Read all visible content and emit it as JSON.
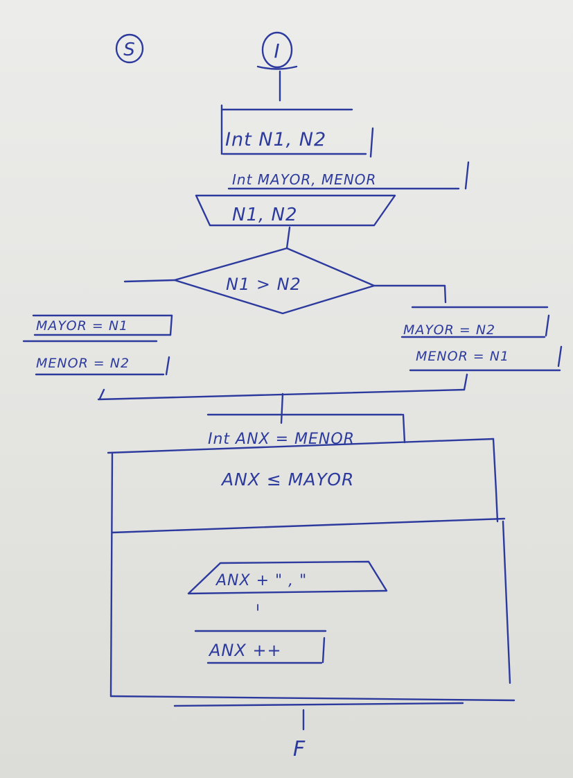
{
  "connectors": {
    "start": "S",
    "top": "I",
    "end": "F"
  },
  "declarations": {
    "line1": "Int N1, N2",
    "line2": "Int MAYOR, MENOR"
  },
  "input": {
    "text": "N1, N2"
  },
  "decision": {
    "text": "N1 > N2"
  },
  "branch_yes": {
    "assign1": "MAYOR = N1",
    "assign2": "MENOR = N2"
  },
  "branch_no": {
    "assign1": "MAYOR = N2",
    "assign2": "MENOR = N1"
  },
  "loop": {
    "init": "Int ANX = MENOR",
    "condition": "ANX ≤ MAYOR",
    "output": "ANX + \" , \"",
    "increment": "ANX ++"
  },
  "ink_color": "#2c3a9e",
  "paper_color": "#e6e6e3"
}
